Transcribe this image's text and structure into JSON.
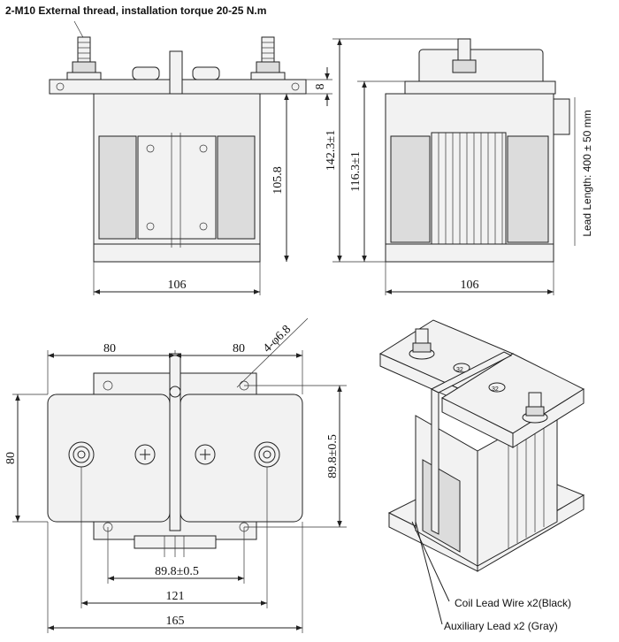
{
  "header_note": "2-M10 External thread, installation torque 20-25 N.m",
  "front_view": {
    "dim_width": "106",
    "dim_height_body": "105.8",
    "dim_flange": "8"
  },
  "side_view": {
    "dim_width": "106",
    "dim_total_height": "142.3±1",
    "dim_body_height": "116.3±1",
    "lead_length": "Lead Length: 400 ± 50 mm"
  },
  "top_view": {
    "dim_left_half": "80",
    "dim_right_half": "80",
    "dim_height": "80",
    "dim_mount_v": "89.8±0.5",
    "dim_mount_h": "89.8±0.5",
    "dim_121": "121",
    "dim_165": "165",
    "hole_spec": "4-φ6.8"
  },
  "iso_view": {
    "coil_lead": "Coil Lead Wire x2(Black)",
    "aux_lead": "Auxiliary Lead x2 (Gray)",
    "terminal_label": "32"
  },
  "colors": {
    "line": "#222222",
    "fill": "#f2f2f2",
    "background": "#ffffff"
  }
}
